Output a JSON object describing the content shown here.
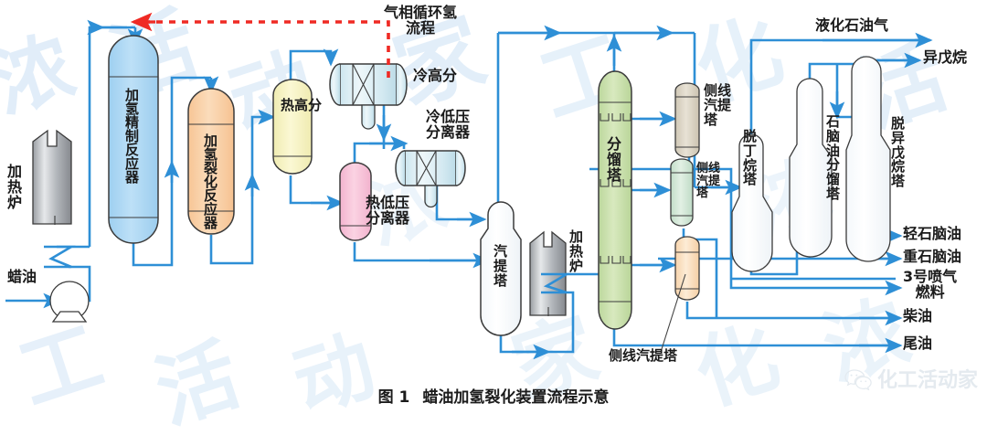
{
  "figure": {
    "caption_number": "图 1",
    "caption_title": "蜡油加氢裂化装置流程示意",
    "watermark_text": "化工活动家",
    "brand_text": "化工活动家",
    "brand_icon": "wechat-icon",
    "accent_line_color": "#2e8fd6",
    "recycle_line_color": "#ef2a24",
    "background_color": "#ffffff"
  },
  "annotations": {
    "recycle_hydrogen": "气相循环氢\n流程",
    "side_stripper_callout": "侧线汽提塔"
  },
  "feeds": [
    {
      "name": "wax-oil-feed",
      "label": "蜡油"
    }
  ],
  "equipment": [
    {
      "id": "heater-left",
      "label": "加\n热\n炉",
      "type": "fired-heater",
      "color": "#b9bcc0"
    },
    {
      "id": "pump-feed",
      "label": "",
      "type": "pump",
      "color": "#ffffff"
    },
    {
      "id": "hydrotreater",
      "label": "加氢精制反应器",
      "type": "reactor",
      "color": "#aed8f2"
    },
    {
      "id": "hydrocracker",
      "label": "加氢裂化反应器",
      "type": "reactor",
      "color": "#f8cb9d"
    },
    {
      "id": "hot-hp-separator",
      "label": "热高分",
      "type": "vessel",
      "color": "#f7f4c0"
    },
    {
      "id": "cold-hp-separator",
      "label": "冷高分",
      "type": "horiz-drum",
      "color": "#d8ecf3"
    },
    {
      "id": "cold-lp-separator",
      "label": "冷低压\n分离器",
      "type": "horiz-drum",
      "color": "#d8ecf3"
    },
    {
      "id": "hot-lp-separator",
      "label": "热低压\n分离器",
      "type": "vessel",
      "color": "#f6c3d8"
    },
    {
      "id": "stripper",
      "label": "汽\n提\n塔",
      "type": "column",
      "color": "#ffffff"
    },
    {
      "id": "heater-mid",
      "label": "加\n热\n炉",
      "type": "fired-heater",
      "color": "#b9bcc0"
    },
    {
      "id": "fractionator",
      "label": "分\n馏\n塔",
      "type": "tray-column",
      "color": "#cfe3b4"
    },
    {
      "id": "side-stripper-1",
      "label": "侧线\n汽提\n塔",
      "type": "stripper",
      "color": "#ded8cb"
    },
    {
      "id": "side-stripper-2",
      "label": "侧线\n汽提\n塔",
      "type": "stripper",
      "color": "#d6e8d9"
    },
    {
      "id": "side-stripper-3",
      "label": "",
      "type": "stripper",
      "color": "#fadfc0"
    },
    {
      "id": "debutanizer",
      "label": "脱\n丁\n烷\n塔",
      "type": "column",
      "color": "#ffffff"
    },
    {
      "id": "naphtha-splitter",
      "label": "石\n脑\n油\n分\n馏\n塔",
      "type": "column",
      "color": "#ffffff"
    },
    {
      "id": "deisopentanizer",
      "label": "脱\n异\n戊\n烷\n塔",
      "type": "column",
      "color": "#ffffff"
    }
  ],
  "products": [
    {
      "id": "lpg",
      "label": "液化石油气"
    },
    {
      "id": "isopentane",
      "label": "异戊烷"
    },
    {
      "id": "light-naphtha",
      "label": "轻石脑油"
    },
    {
      "id": "heavy-naphtha",
      "label": "重石脑油"
    },
    {
      "id": "jet-fuel",
      "label": "3号喷气\n燃料"
    },
    {
      "id": "diesel",
      "label": "柴油"
    },
    {
      "id": "tail-oil",
      "label": "尾油"
    }
  ]
}
